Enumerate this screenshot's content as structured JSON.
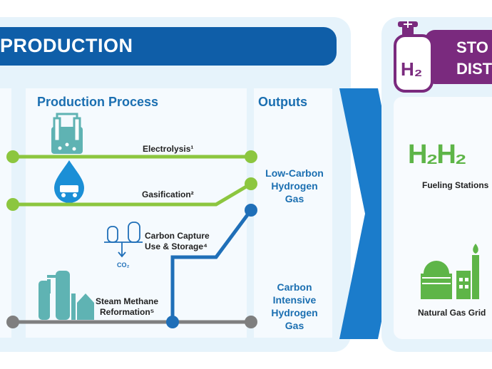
{
  "header": {
    "title": "PRODUCTION"
  },
  "columns": {
    "process_title": "Production Process",
    "outputs_title": "Outputs"
  },
  "processes": {
    "electrolysis": "Electrolysis¹",
    "gasification": "Gasification²",
    "ccus_line1": "Carbon Capture",
    "ccus_line2": "Use & Storage⁴",
    "co2": "CO₂",
    "smr_line1": "Steam Methane",
    "smr_line2": "Reformation⁵"
  },
  "outputs": {
    "low_carbon": [
      "Low-Carbon",
      "Hydrogen",
      "Gas"
    ],
    "carbon_intensive": [
      "Carbon",
      "Intensive",
      "Hydrogen",
      "Gas"
    ]
  },
  "storage": {
    "title_line1": "STO",
    "title_line2": "DISTRI",
    "h2_symbol": "H₂",
    "fueling_icon_text": "H₂H₂",
    "fueling_label": "Fueling Stations",
    "grid_label": "Natural Gas Grid"
  },
  "colors": {
    "production_blue": "#0f5ea8",
    "panel_bg": "#e6f3fb",
    "green_line": "#8cc63f",
    "grey_line": "#7f7f7f",
    "blue_line": "#1f6fb8",
    "teal_icon": "#5fb3b3",
    "purple": "#7a2a7e",
    "icon_green": "#5eb548"
  }
}
